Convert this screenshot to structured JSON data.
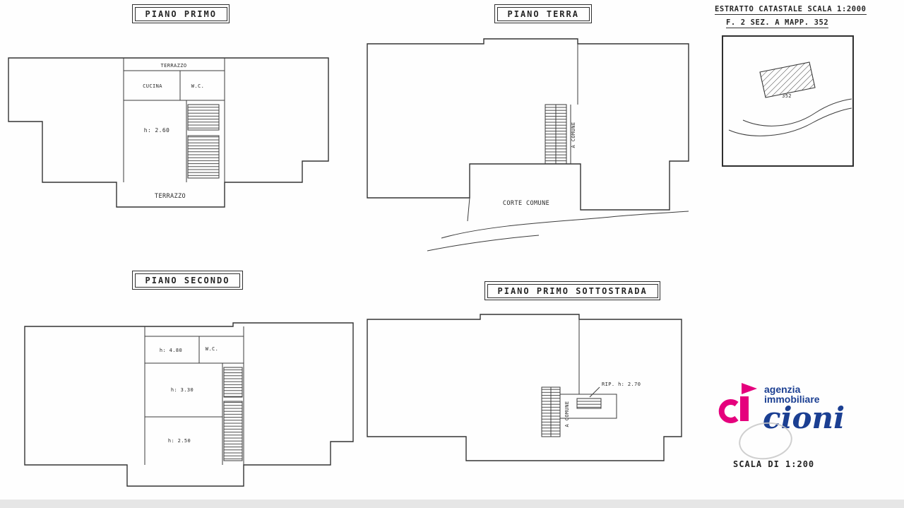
{
  "document": {
    "paper_color": "#fefefe",
    "ink_color": "#333333",
    "scan_edge_color": "#e6e6e6"
  },
  "plans": {
    "piano_primo": {
      "title": "PIANO PRIMO",
      "labels": {
        "terrazzo_top": "TERRAZZO",
        "cucina": "CUCINA",
        "wc": "W.C.",
        "height": "h: 2.60",
        "terrazzo_bottom": "TERRAZZO"
      }
    },
    "piano_terra": {
      "title": "PIANO TERRA",
      "labels": {
        "stair": "A COMUNE",
        "courtyard": "CORTE COMUNE"
      }
    },
    "piano_secondo": {
      "title": "PIANO SECONDO",
      "labels": {
        "height_480": "h: 4.80",
        "wc": "W.C.",
        "height_330": "h: 3.30",
        "height_250": "h: 2.50"
      }
    },
    "piano_primo_sottostrada": {
      "title": "PIANO PRIMO SOTTOSTRADA",
      "labels": {
        "rip": "RIP.  h: 2.70",
        "stair": "A COMUNE"
      }
    }
  },
  "cadastral_extract": {
    "heading_line1": "ESTRATTO CATASTALE SCALA 1:2000",
    "heading_line2": "F. 2   SEZ. A   MAPP. 352",
    "parcel_number": "352"
  },
  "agency": {
    "line1": "agenzia",
    "line2": "immobiliare",
    "name": "cioni",
    "brand_pink": "#e5007d",
    "brand_blue": "#1b3f92"
  },
  "scale_note": "SCALA DI 1:200"
}
